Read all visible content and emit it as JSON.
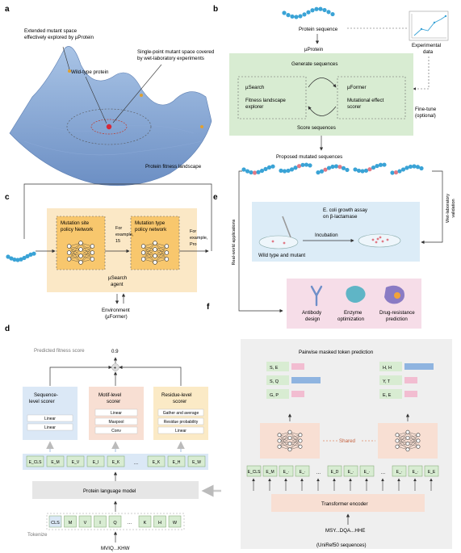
{
  "panels": {
    "a": "a",
    "b": "b",
    "c": "c",
    "d": "d",
    "e": "e",
    "f": "f"
  },
  "a": {
    "extended_line1": "Extended mutant space",
    "extended_line2": "effectively explored by µProtein",
    "wildtype": "Wild-type protein",
    "single_line1": "Single-point mutant space covered",
    "single_line2": "by wet-laboratory experiments",
    "landscape": "Protein fitness landscape"
  },
  "b": {
    "protein_sequence": "Protein sequence",
    "uprotein": "µProtein",
    "experimental_line1": "Experimental",
    "experimental_line2": "data",
    "generate": "Generate sequences",
    "usearch": "µSearch",
    "usearch_desc1": "Fitness landscape",
    "usearch_desc2": "explorer",
    "uformer": "µFormer",
    "uformer_desc1": "Mutational effect",
    "uformer_desc2": "scorer",
    "score": "Score sequences",
    "finetune1": "Fine-tune",
    "finetune2": "(optional)",
    "proposed": "Proposed mutated sequences"
  },
  "c": {
    "site_line1": "Mutation site",
    "site_line2": "policy Network",
    "type_line1": "Mutation type",
    "type_line2": "policy network",
    "ex1_line1": "For",
    "ex1_line2": "example,",
    "ex1_line3": "15",
    "ex2_line1": "For",
    "ex2_line2": "example,",
    "ex2_line3": "Pro",
    "agent1": "µSearch",
    "agent2": "agent",
    "env1": "Environment",
    "env2": "(µFormer)"
  },
  "e": {
    "assay1": "E. coli growth assay",
    "assay2": "on β-lactamase",
    "incubation": "Incubation",
    "wt_mutant": "Wild type and mutant",
    "wetlab1": "Wet-laboratory",
    "wetlab2": "validation"
  },
  "left_label": "Real-world applications",
  "f": {
    "antibody1": "Antibody",
    "antibody2": "design",
    "enzyme1": "Enzyme",
    "enzyme2": "optimization",
    "drug1": "Drug-resistance",
    "drug2": "prediction"
  },
  "d": {
    "predicted": "Predicted fitness score",
    "score_value": "0.9",
    "seq_scorer1": "Sequence-",
    "seq_scorer2": "level scorer",
    "seq_layers": [
      "Linear",
      "Linear"
    ],
    "motif_scorer1": "Motif-level",
    "motif_scorer2": "scorer",
    "motif_layers": [
      "Linear",
      "Maxpool",
      "Conv"
    ],
    "res_scorer1": "Residue-level",
    "res_scorer2": "scorer",
    "res_layers": [
      "Gather and average",
      "Residue probability",
      "Linear"
    ],
    "embeddings": [
      "E_CLS",
      "E_M",
      "E_V",
      "E_I",
      "E_K",
      "...",
      "E_K",
      "E_H",
      "E_W"
    ],
    "plm": "Protein language model",
    "tokens": [
      "CLS",
      "M",
      "V",
      "I",
      "Q",
      "...",
      "K",
      "H",
      "W"
    ],
    "tokenize": "Tokenize",
    "input_seq": "MVIQ...KHW"
  },
  "pretrain": {
    "title": "Pairwise masked token prediction",
    "left_pairs": [
      "S, E",
      "S, Q",
      "G, P"
    ],
    "right_pairs": [
      "H, H",
      "Y, T",
      "E, E"
    ],
    "shared": "Shared",
    "embeddings": [
      "E_CLS",
      "E_M",
      "E_·",
      "E_·",
      "...",
      "E_D",
      "E_·",
      "E_·",
      "...",
      "E_·",
      "E_·",
      "E_E"
    ],
    "encoder": "Transformer encoder",
    "input_seq": "MSY...DQA...HHE",
    "dataset": "(UniRef50 sequences)"
  },
  "colors": {
    "green_panel": "#d8ecd2",
    "orange_panel": "#fbe8c6",
    "blue_panel": "#dcecf7",
    "pink_panel": "#f6dde8",
    "gray_panel": "#efefef",
    "bead": "#3aa3d6",
    "bead_mut": "#e07a86"
  }
}
